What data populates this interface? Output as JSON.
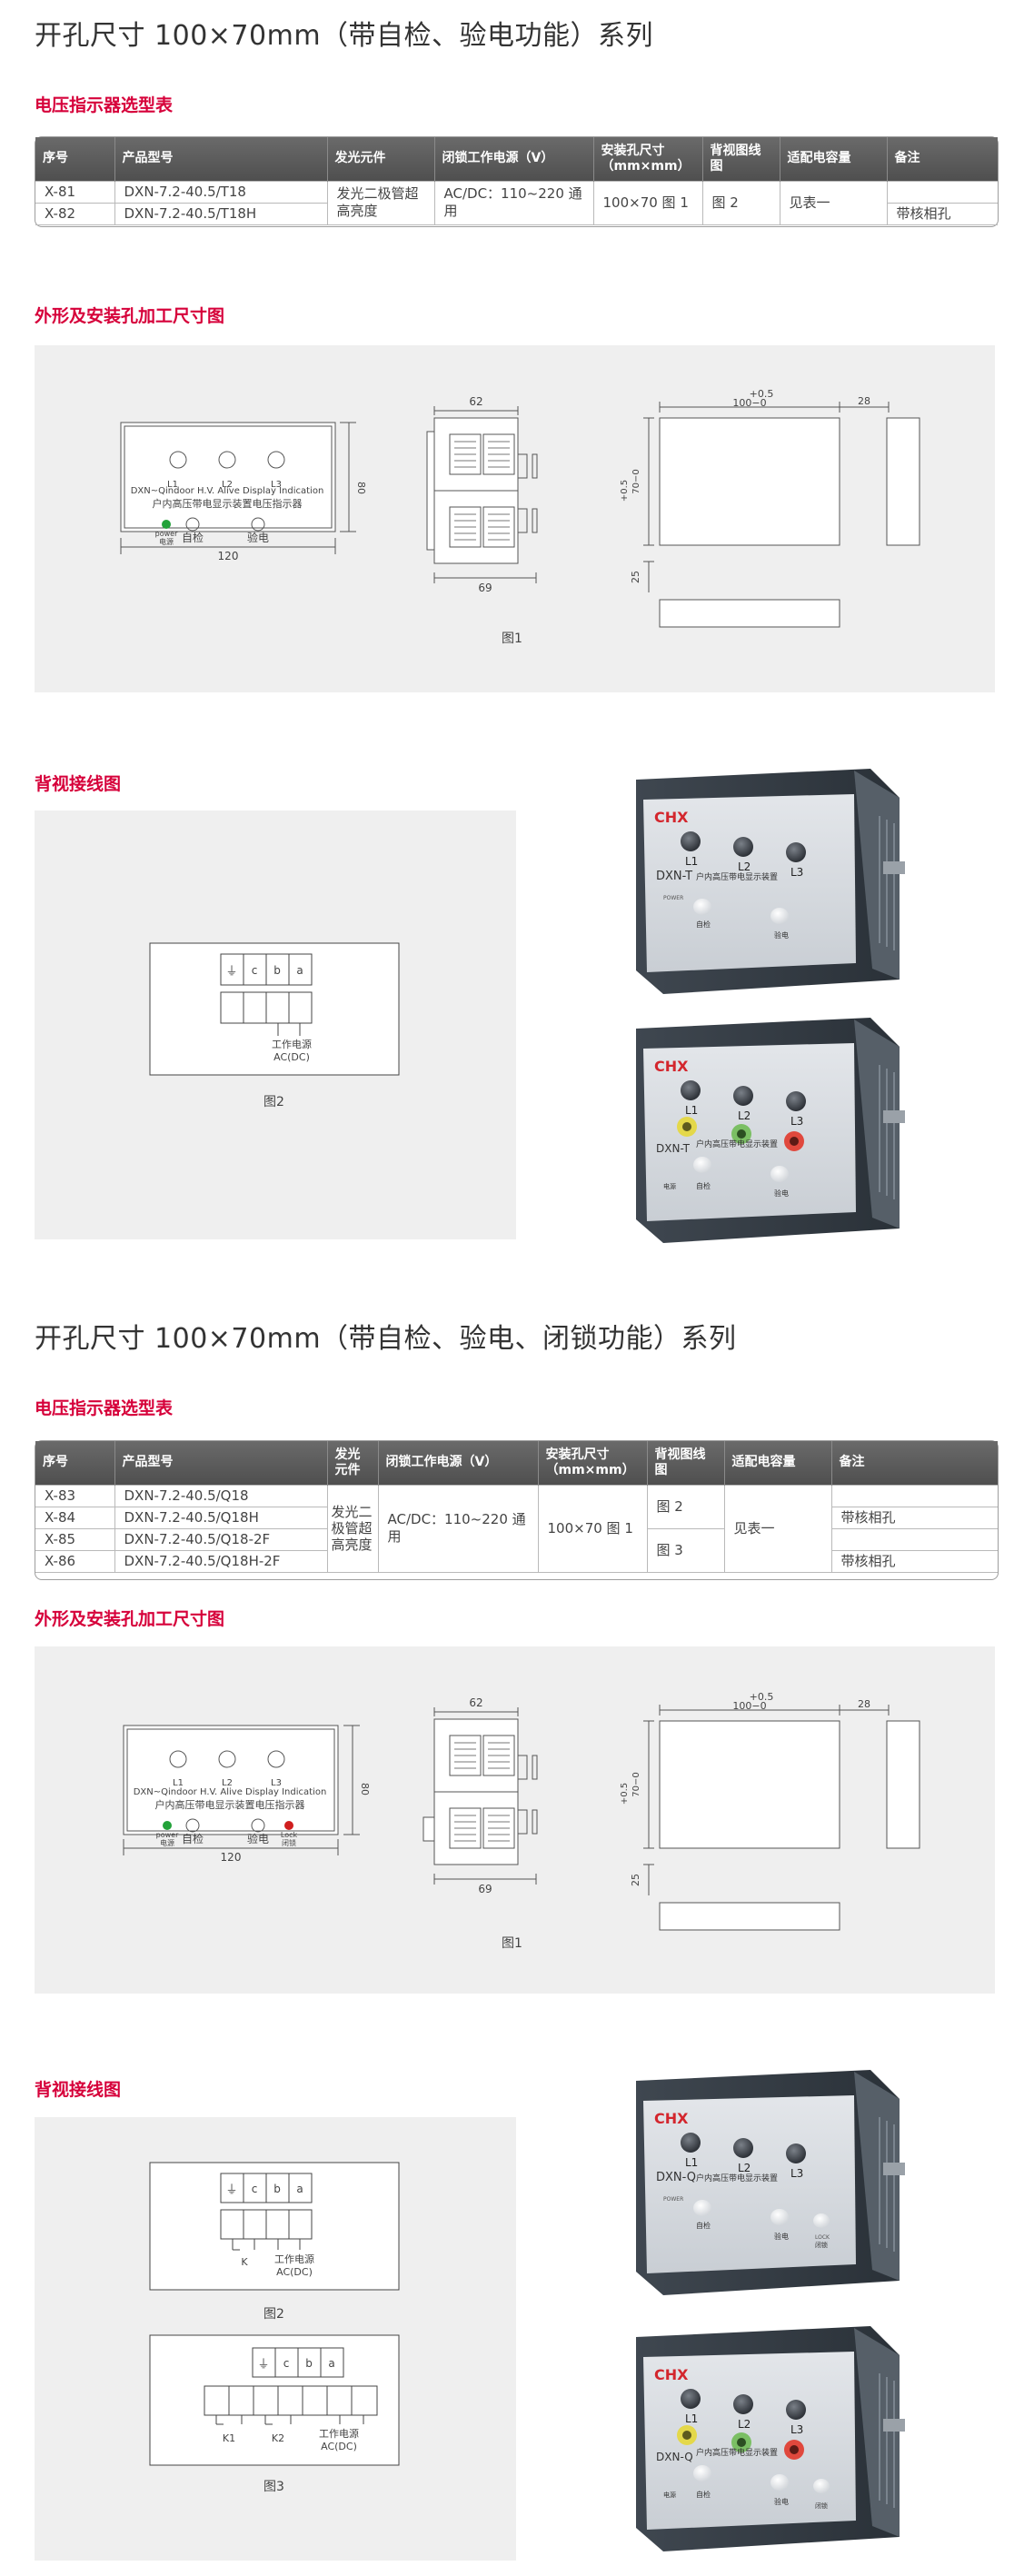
{
  "sec1": {
    "title": "开孔尺寸 100×70mm（带自检、验电功能）系列",
    "table_heading": "电压指示器选型表",
    "headers": [
      "序号",
      "产品型号",
      "发光元件",
      "闭锁工作电源（V）",
      "安装孔尺寸（mm×mm）",
      "背视图线图",
      "适配电容量",
      "备注"
    ],
    "rows": [
      {
        "no": "X-81",
        "model": "DXN-7.2-40.5/T18"
      },
      {
        "no": "X-82",
        "model": "DXN-7.2-40.5/T18H"
      }
    ],
    "light": "发光二极管超高亮度",
    "power": "AC/DC：110~220 通用",
    "hole": "100×70 图 1",
    "back": "图 2",
    "cap": "见表一",
    "note2": "带核相孔",
    "dim_heading": "外形及安装孔加工尺寸图",
    "fig1_cap": "图1",
    "wiring_heading": "背视接线图",
    "fig2_cap": "图2"
  },
  "sec2": {
    "title": "开孔尺寸 100×70mm（带自检、验电、闭锁功能）系列",
    "table_heading": "电压指示器选型表",
    "headers": [
      "序号",
      "产品型号",
      "发光元件",
      "闭锁工作电源（V）",
      "安装孔尺寸（mm×mm）",
      "背视图线图",
      "适配电容量",
      "备注"
    ],
    "rows": [
      {
        "no": "X-83",
        "model": "DXN-7.2-40.5/Q18"
      },
      {
        "no": "X-84",
        "model": "DXN-7.2-40.5/Q18H"
      },
      {
        "no": "X-85",
        "model": "DXN-7.2-40.5/Q18-2F"
      },
      {
        "no": "X-86",
        "model": "DXN-7.2-40.5/Q18H-2F"
      }
    ],
    "light": "发光二极管超高亮度",
    "power": "AC/DC：110~220 通用",
    "hole": "100×70 图 1",
    "back_a": "图 2",
    "back_b": "图 3",
    "cap": "见表一",
    "note_b": "带核相孔",
    "note_d": "带核相孔",
    "dim_heading": "外形及安装孔加工尺寸图",
    "fig1_cap": "图1",
    "wiring_heading": "背视接线图",
    "fig2_cap": "图2",
    "fig3_cap": "图3"
  },
  "drawing": {
    "l1": "L1",
    "l2": "L2",
    "l3": "L3",
    "panel_en": "DXN~Qindoor H.V. Alive Display Indication",
    "panel_cn": "户内高压带电显示装置电压指示器",
    "power_en": "power",
    "power_cn": "电源",
    "selftest": "自检",
    "check": "验电",
    "lock_en": "Lock",
    "lock_cn": "闭锁",
    "dim_80": "80",
    "dim_120": "120",
    "dim_62": "62",
    "dim_69": "69",
    "dim_plus05": "+0.5",
    "dim_100": "100−0",
    "dim_28": "28",
    "dim_70": "70−0",
    "dim_25": "25",
    "ground": "⏚",
    "term_c": "c",
    "term_b": "b",
    "term_a": "a",
    "work_power": "工作电源",
    "acdc": "AC(DC)",
    "k": "K",
    "k1": "K1",
    "k2": "K2"
  },
  "device": {
    "brand": "CHX",
    "model_t": "DXN-T",
    "model_q": "DXN-Q",
    "cn_text": "户内高压带电显示装置",
    "power": "POWER",
    "power_cn": "电源",
    "selftest": "自检",
    "check": "验电",
    "lock_en": "LOCK",
    "lock_cn": "闭锁"
  }
}
